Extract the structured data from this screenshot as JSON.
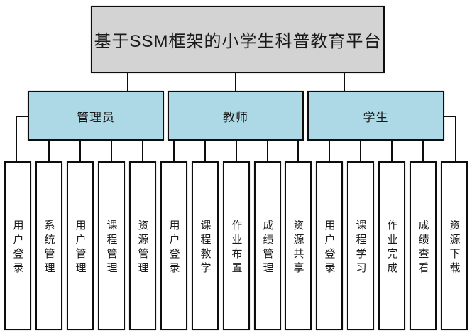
{
  "title": "基于SSM框架的小学生科普教育平台",
  "roles": [
    {
      "label": "管理员",
      "children": [
        "用户登录",
        "系统管理",
        "用户管理",
        "课程管理",
        "资源管理"
      ]
    },
    {
      "label": "教师",
      "children": [
        "用户登录",
        "课程教学",
        "作业布置",
        "成绩管理",
        "资源共享"
      ]
    },
    {
      "label": "学生",
      "children": [
        "用户登录",
        "课程学习",
        "作业完成",
        "成绩查看",
        "资源下载"
      ]
    }
  ],
  "colors": {
    "root_fill": "#d3d3d3",
    "role_fill": "#add8e6",
    "leaf_fill": "#ffffff",
    "border": "#0d0d0d",
    "line": "#0d0d0d",
    "text": "#1a1a1a"
  }
}
